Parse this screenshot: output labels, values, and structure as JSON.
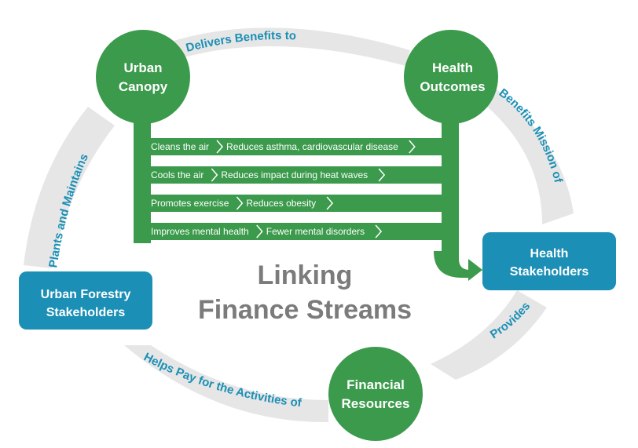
{
  "title": {
    "line1": "Linking",
    "line2": "Finance Streams"
  },
  "circles": {
    "urban_canopy": {
      "line1": "Urban",
      "line2": "Canopy"
    },
    "health_outcomes": {
      "line1": "Health",
      "line2": "Outcomes"
    },
    "financial_resources": {
      "line1": "Financial",
      "line2": "Resources"
    }
  },
  "boxes": {
    "health_stakeholders": {
      "line1": "Health",
      "line2": "Stakeholders"
    },
    "urban_forestry_stakeholders": {
      "line1": "Urban Forestry",
      "line2": "Stakeholders"
    }
  },
  "arcs": {
    "delivers": "Delivers Benefits to",
    "benefits_mission": "Benefits Mission of",
    "provides": "Provides",
    "helps_pay": "Helps Pay for the Activities of",
    "plants_maintains": "Plants and Maintains"
  },
  "rows": [
    {
      "cause": "Cleans the air",
      "effect": "Reduces asthma, cardiovascular disease"
    },
    {
      "cause": "Cools the air",
      "effect": "Reduces impact during heat waves"
    },
    {
      "cause": "Promotes exercise",
      "effect": "Reduces obesity"
    },
    {
      "cause": "Improves mental health",
      "effect": "Fewer mental disorders"
    }
  ],
  "colors": {
    "green": "#3b9a4b",
    "teal": "#1b8fb5",
    "arc_gray": "#e6e6e6",
    "title_gray": "#7b7b7b",
    "white": "#ffffff"
  }
}
